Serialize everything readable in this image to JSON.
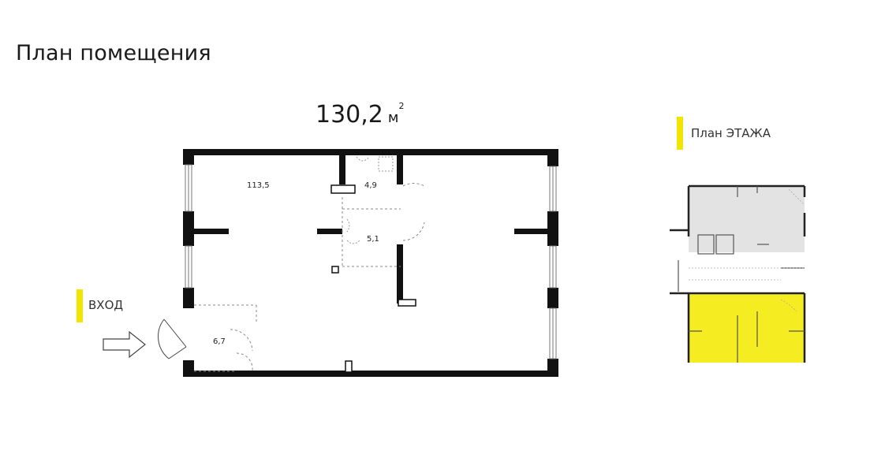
{
  "title": "План помещения",
  "area": {
    "value": "130,2",
    "unit": "м",
    "sup": "2"
  },
  "entrance": {
    "label": "ВХОД"
  },
  "floor_plan": {
    "label": "План ЭТАЖА"
  },
  "rooms": [
    {
      "label": "113,5"
    },
    {
      "label": "4,9"
    },
    {
      "label": "5,1"
    },
    {
      "label": "6,7"
    }
  ],
  "colors": {
    "accent": "#f2e600",
    "highlight": "#f5ec22",
    "wall": "#111111",
    "other_units": "#e3e3e3"
  }
}
